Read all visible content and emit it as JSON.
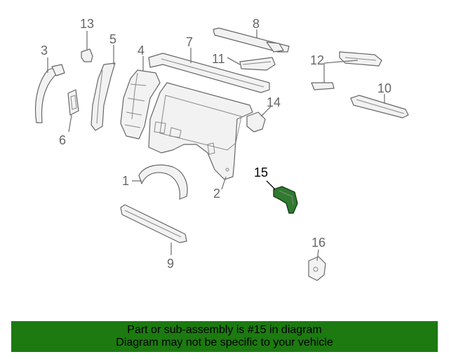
{
  "callouts": [
    "1",
    "2",
    "3",
    "4",
    "5",
    "6",
    "7",
    "8",
    "9",
    "10",
    "11",
    "12",
    "13",
    "14",
    "15",
    "16"
  ],
  "highlighted_part": "15",
  "banner": {
    "line1": "Part or sub-assembly is #15 in diagram",
    "line2": "Diagram may not be specific to your vehicle"
  },
  "colors": {
    "banner_bg": "#1c7a10",
    "highlight_part": "#2f7a2f"
  }
}
